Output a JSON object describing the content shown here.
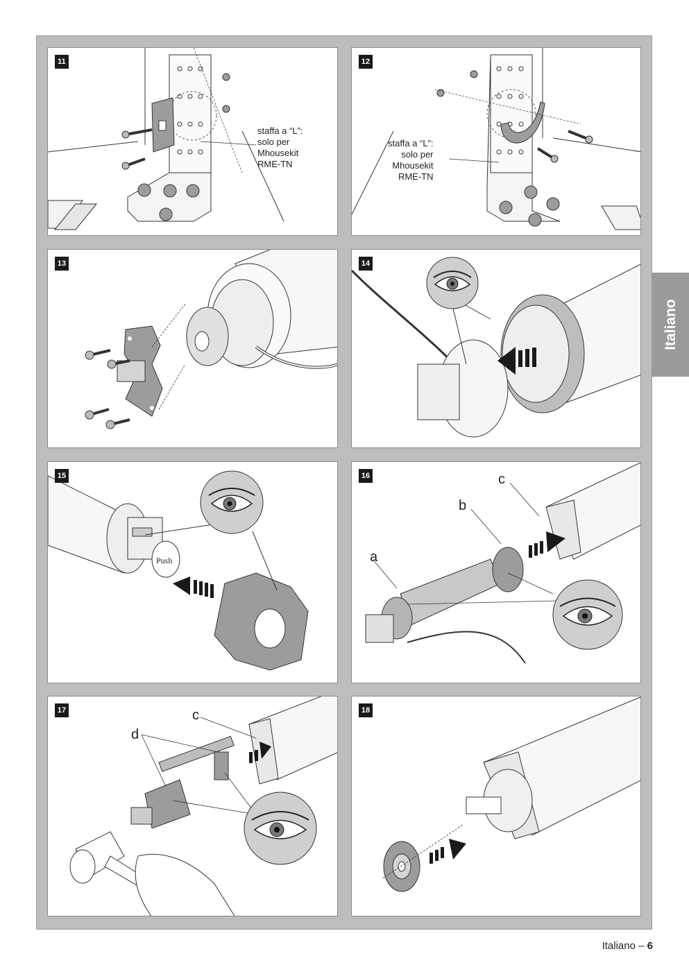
{
  "side_tab": {
    "label": "Italiano"
  },
  "footer": {
    "language": "Italiano",
    "separator": "–",
    "page_number": "6"
  },
  "panels": [
    {
      "number": "11",
      "callout": "staffa a “L”:\nsolo per\nMhousekit\nRME-TN"
    },
    {
      "number": "12",
      "callout": "staffa a “L”:\nsolo per\nMhousekit\nRME-TN"
    },
    {
      "number": "13"
    },
    {
      "number": "14"
    },
    {
      "number": "15",
      "push_label": "Push"
    },
    {
      "number": "16",
      "labels": [
        "a",
        "b",
        "c"
      ]
    },
    {
      "number": "17",
      "labels": [
        "c",
        "d"
      ]
    },
    {
      "number": "18"
    }
  ],
  "colors": {
    "frame": "#bdbdbd",
    "tab": "#9a9a9a",
    "badge": "#1a1a1a",
    "part": "#9c9c9c",
    "part_light": "#d4d4d4"
  },
  "icons": [
    "eye-magnifier-icon",
    "insertion-arrow-icon",
    "screw-icon",
    "bracket-icon",
    "motor-tube-icon",
    "hammer-icon",
    "hand-icon"
  ]
}
